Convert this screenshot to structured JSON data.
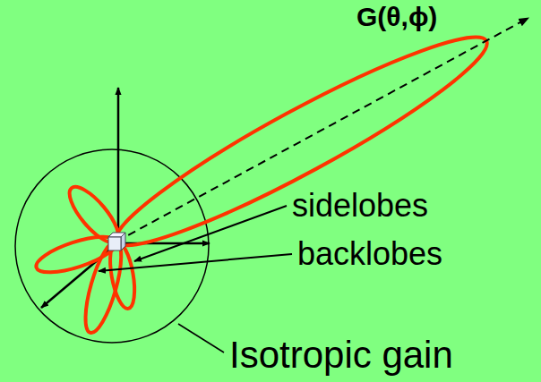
{
  "diagram": {
    "labels": [
      "G(θ,ϕ)",
      "sidelobes",
      "backlobes",
      "Isotropic gain"
    ]
  }
}
